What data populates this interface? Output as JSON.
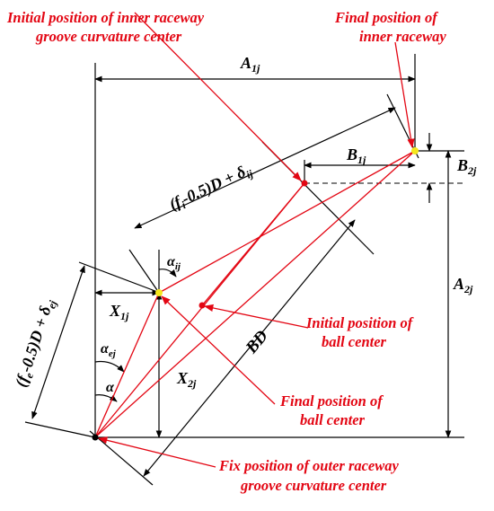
{
  "labels": {
    "initial_inner_center_1": "Initial position of inner raceway",
    "initial_inner_center_2": "groove curvature center",
    "final_inner_raceway_1": "Final position of",
    "final_inner_raceway_2": "inner raceway",
    "initial_ball_center_1": "Initial position of",
    "initial_ball_center_2": "ball center",
    "final_ball_center_1": "Final position of",
    "final_ball_center_2": "ball center",
    "fix_outer_center_1": "Fix position of outer raceway",
    "fix_outer_center_2": "groove curvature center"
  },
  "dims": {
    "A1": "A",
    "A1_sub": "1j",
    "A2": "A",
    "A2_sub": "2j",
    "B1": "B",
    "B1_sub": "1j",
    "B2": "B",
    "B2_sub": "2j",
    "X1": "X",
    "X1_sub": "1j",
    "X2": "X",
    "X2_sub": "2j",
    "BD": "BD",
    "alpha_ij": "α",
    "alpha_ij_sub": "ij",
    "alpha_ej": "α",
    "alpha_ej_sub": "ej",
    "alpha": "α",
    "fi_text_a": "(f",
    "fi_sub": "i",
    "fi_text_b": "-0.5)D + δ",
    "fi_delta_sub": "ij",
    "fe_text_a": "(f",
    "fe_sub": "e",
    "fe_text_b": "-0.5)D + δ",
    "fe_delta_sub": "ej"
  },
  "colors": {
    "line": "#000000",
    "path": "#e30613",
    "point": "#f5e71c"
  }
}
